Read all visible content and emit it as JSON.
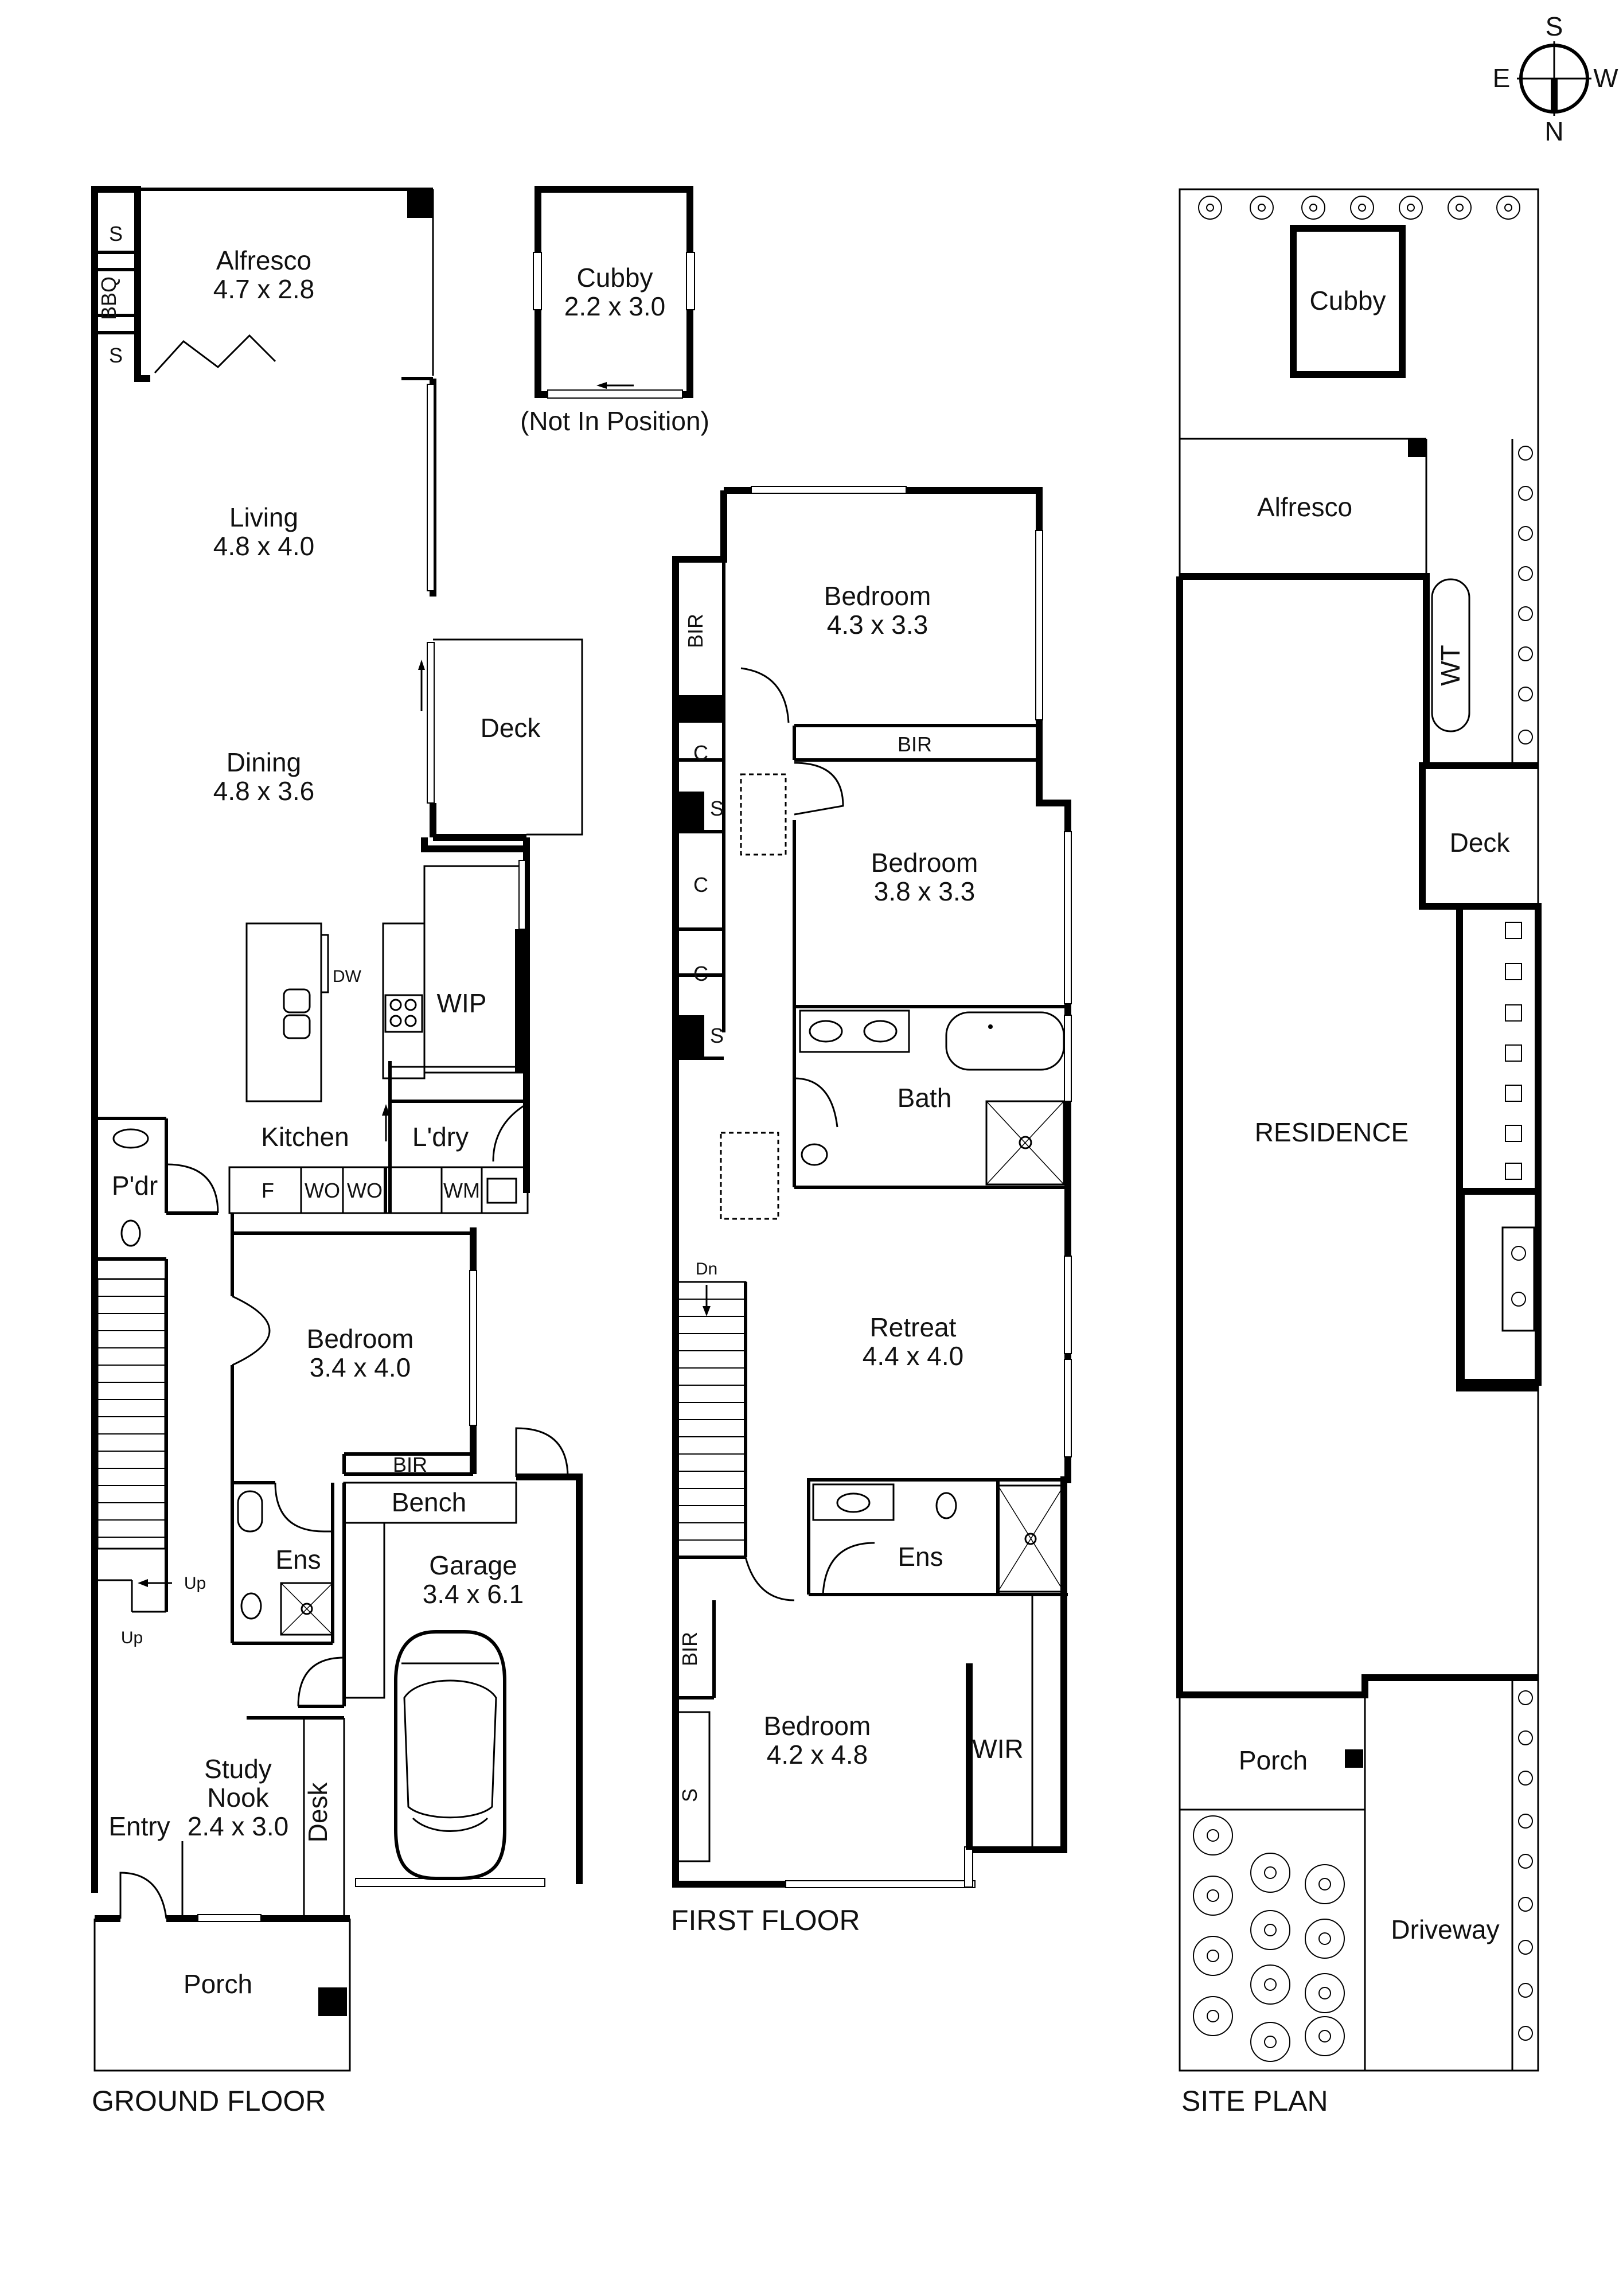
{
  "compass": {
    "s": "S",
    "e": "E",
    "w": "W",
    "n": "N"
  },
  "ground": {
    "title": "GROUND FLOOR",
    "alfresco": {
      "name": "Alfresco",
      "dim": "4.7 x 2.8"
    },
    "s1": "S",
    "bbq": "BBQ",
    "s2": "S",
    "living": {
      "name": "Living",
      "dim": "4.8 x 4.0"
    },
    "dining": {
      "name": "Dining",
      "dim": "4.8 x 3.6"
    },
    "deck": "Deck",
    "dw": "DW",
    "wip": "WIP",
    "kitchen": "Kitchen",
    "laundry": "L'dry",
    "powder": "P'dr",
    "f": "F",
    "wo1": "WO",
    "wo2": "WO",
    "wm": "WM",
    "bedroom": {
      "name": "Bedroom",
      "dim": "3.4 x 4.0"
    },
    "bir": "BIR",
    "bench": "Bench",
    "ens": "Ens",
    "garage": {
      "name": "Garage",
      "dim": "3.4 x 6.1"
    },
    "up1": "Up",
    "up2": "Up",
    "study": {
      "name1": "Study",
      "name2": "Nook",
      "dim": "2.4 x 3.0"
    },
    "entry": "Entry",
    "desk": "Desk",
    "porch": "Porch"
  },
  "cubby": {
    "name": "Cubby",
    "dim": "2.2 x 3.0",
    "note": "(Not In Position)"
  },
  "first": {
    "title": "FIRST FLOOR",
    "bir1": "BIR",
    "bed1": {
      "name": "Bedroom",
      "dim": "4.3 x 3.3"
    },
    "bir2": "BIR",
    "c1": "C",
    "s1": "S",
    "c2": "C",
    "c3": "C",
    "s2": "S",
    "bed2": {
      "name": "Bedroom",
      "dim": "3.8 x 3.3"
    },
    "bath": "Bath",
    "dn": "Dn",
    "retreat": {
      "name": "Retreat",
      "dim": "4.4 x 4.0"
    },
    "ens": "Ens",
    "bir3": "BIR",
    "bed3": {
      "name": "Bedroom",
      "dim": "4.2 x 4.8"
    },
    "wir": "WIR",
    "s3": "S"
  },
  "site": {
    "title": "SITE PLAN",
    "cubby": "Cubby",
    "alfresco": "Alfresco",
    "wt": "WT",
    "deck": "Deck",
    "residence": "RESIDENCE",
    "porch": "Porch",
    "driveway": "Driveway"
  }
}
